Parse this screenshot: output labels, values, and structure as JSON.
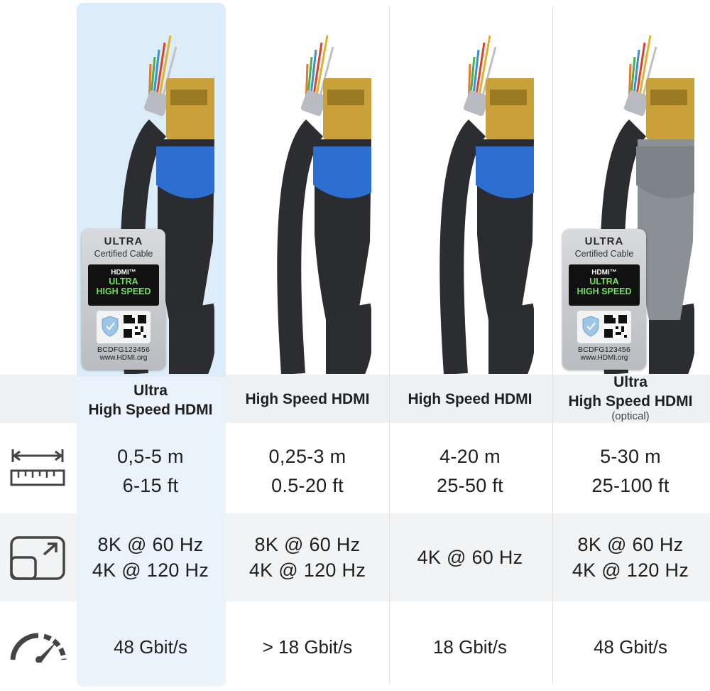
{
  "badge": {
    "ultra": "ULTRA",
    "certified": "Certified Cable",
    "hdmi": "HDMI™",
    "ultra_high_speed_1": "ULTRA",
    "ultra_high_speed_2": "HIGH SPEED",
    "code": "BCDFG123456",
    "url": "www.HDMI.org"
  },
  "products": [
    {
      "name_line1": "Ultra",
      "name_line2": "High Speed HDMI",
      "note": "",
      "length_m": "0,5-5 m",
      "length_ft": "6-15 ft",
      "res_line1": "8K @ 60 Hz",
      "res_line2": "4K @ 120 Hz",
      "speed": "48 Gbit/s",
      "has_badge": true,
      "sleeve_color": "#2d6fd1"
    },
    {
      "name_line1": "",
      "name_line2": "High Speed HDMI",
      "note": "",
      "length_m": "0,25-3 m",
      "length_ft": "0.5-20 ft",
      "res_line1": "8K @ 60 Hz",
      "res_line2": "4K @ 120 Hz",
      "speed": "> 18 Gbit/s",
      "has_badge": false,
      "sleeve_color": "#2d6fd1"
    },
    {
      "name_line1": "",
      "name_line2": "High Speed HDMI",
      "note": "",
      "length_m": "4-20 m",
      "length_ft": "25-50 ft",
      "res_line1": "4K @ 60 Hz",
      "res_line2": "",
      "speed": "18 Gbit/s",
      "has_badge": false,
      "sleeve_color": "#2d6fd1"
    },
    {
      "name_line1": "Ultra",
      "name_line2": "High Speed HDMI",
      "note": "(optical)",
      "length_m": "5-30 m",
      "length_ft": "25-100 ft",
      "res_line1": "8K @ 60 Hz",
      "res_line2": "4K @ 120 Hz",
      "speed": "48 Gbit/s",
      "has_badge": true,
      "sleeve_color": "#7d8188"
    }
  ],
  "icons": {
    "length": "ruler-length-icon",
    "resolution": "resolution-screen-icon",
    "speed": "speedometer-icon"
  },
  "colors": {
    "highlight": "#dcecf8",
    "band": "#f1f3f5",
    "connector_gold": "#d4a72c",
    "sleeve_blue": "#2d6fd1",
    "hdmi_green": "#6fe05a"
  }
}
